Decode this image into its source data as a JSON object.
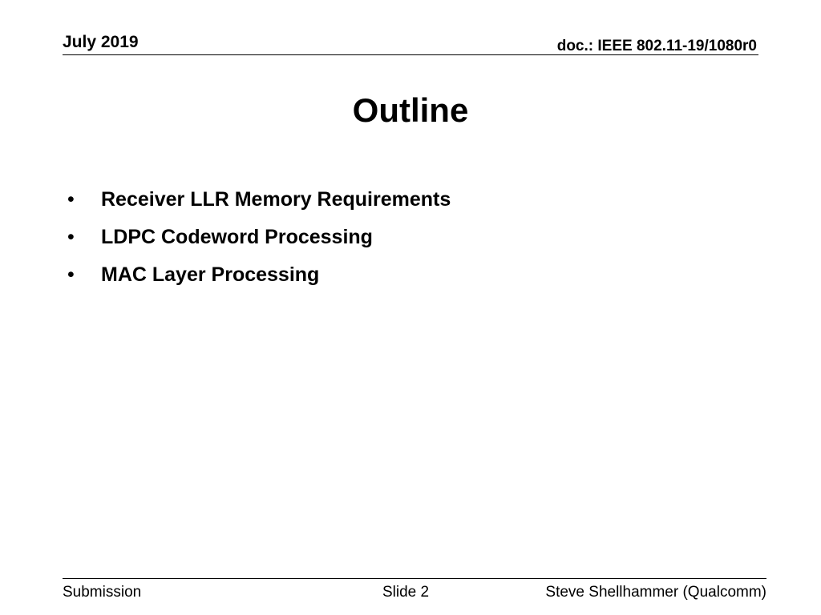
{
  "header": {
    "date": "July 2019",
    "doc": "doc.: IEEE 802.11-19/1080r0"
  },
  "slide": {
    "title": "Outline",
    "bullet_glyph": "•",
    "bullets": [
      "Receiver LLR Memory Requirements",
      "LDPC Codeword Processing",
      "MAC Layer Processing"
    ]
  },
  "footer": {
    "left": "Submission",
    "center": "Slide 2",
    "right": "Steve Shellhammer (Qualcomm)"
  }
}
